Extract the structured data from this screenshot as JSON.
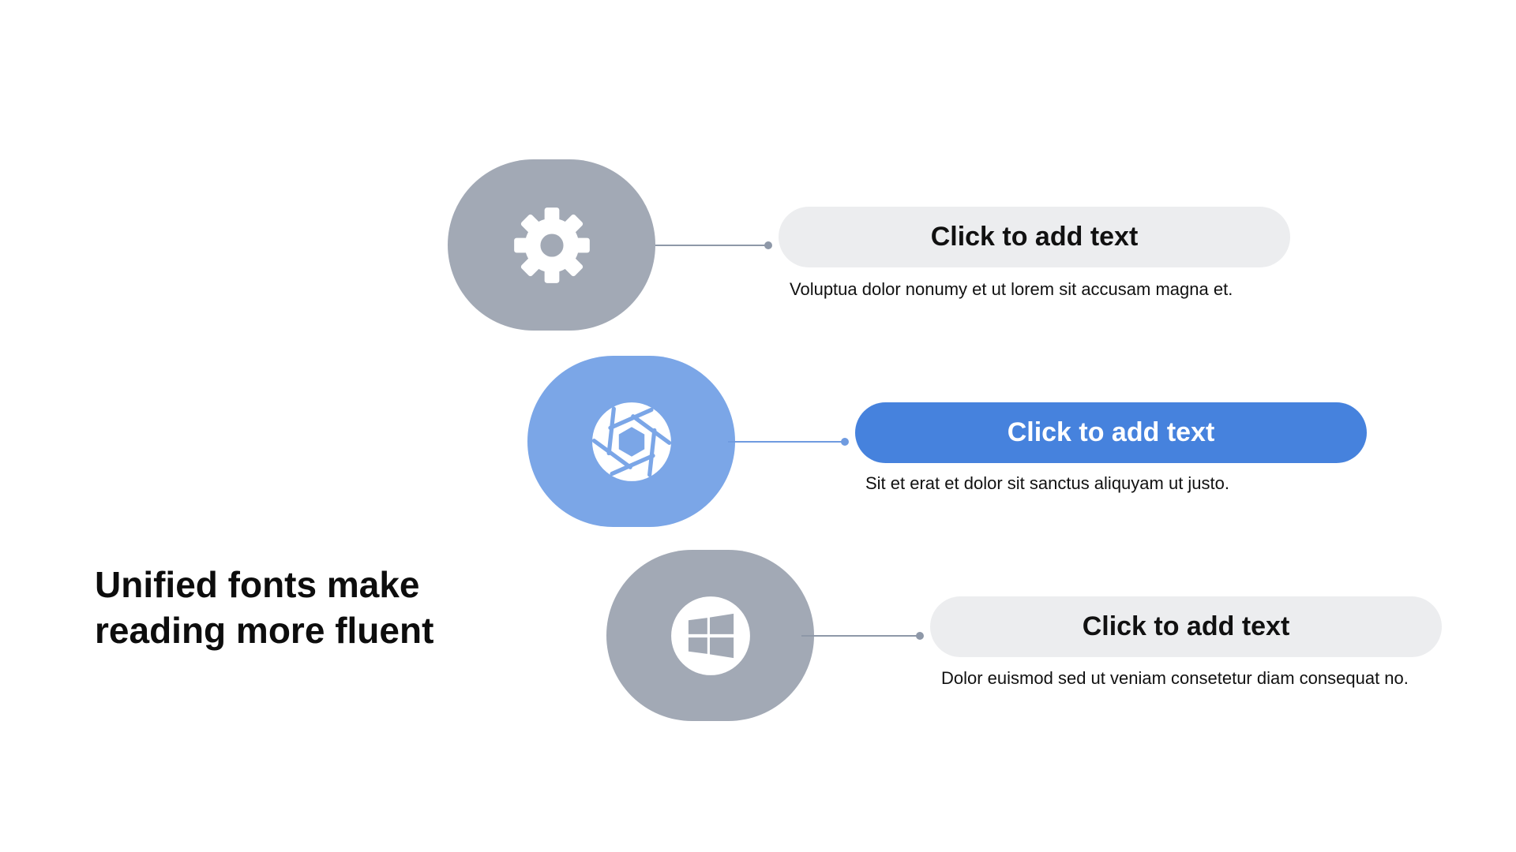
{
  "slide": {
    "title_line1": "Unified fonts make",
    "title_line2": "reading more fluent"
  },
  "items": [
    {
      "icon": "gear-icon",
      "heading": "Click to add text",
      "description": "Voluptua dolor nonumy et ut lorem sit accusam magna et.",
      "highlighted": false
    },
    {
      "icon": "camera-aperture-icon",
      "heading": "Click to add text",
      "description": "Sit et erat et dolor sit sanctus aliquyam ut justo.",
      "highlighted": true
    },
    {
      "icon": "windows-logo-icon",
      "heading": "Click to add text",
      "description": "Dolor euismod sed ut veniam consetetur diam consequat no.",
      "highlighted": false
    }
  ],
  "colors": {
    "gray_blob": "#A2A9B5",
    "blue_blob": "#7BA6E7",
    "highlight_pill": "#4682DD",
    "plain_pill": "#ECEDEF",
    "gray_line": "#8E98A8",
    "blue_line": "#6F9BE0"
  }
}
